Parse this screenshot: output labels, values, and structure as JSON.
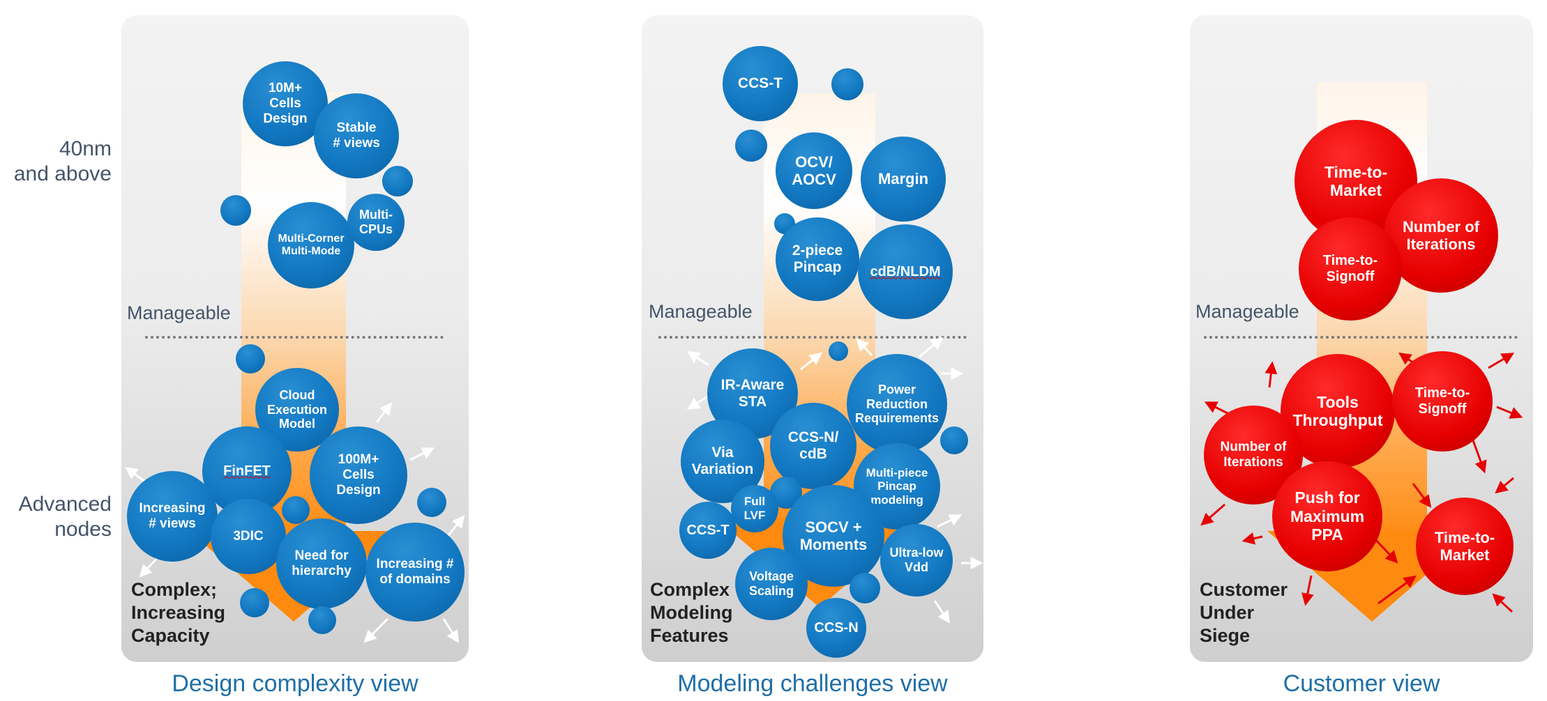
{
  "side_labels": {
    "top": "40nm\nand above",
    "bottom": "Advanced\nnodes"
  },
  "manageable": "Manageable",
  "panels": [
    {
      "caption": "Design complexity view",
      "corner": "Complex;\nIncreasing\nCapacity",
      "bubbles": [
        "10M+\nCells\nDesign",
        "Stable\n# views",
        "Multi-Corner\nMulti-Mode",
        "Multi-\nCPUs",
        "Cloud\nExecution\nModel",
        "FinFET",
        "100M+\nCells\nDesign",
        "Increasing\n# views",
        "3DIC",
        "Need for\nhierarchy",
        "Increasing #\nof domains"
      ]
    },
    {
      "caption": "Modeling challenges view",
      "corner": "Complex\nModeling\nFeatures",
      "bubbles": [
        "CCS-T",
        "OCV/\nAOCV",
        "Margin",
        "2-piece\nPincap",
        "cdB/NLDM",
        "IR-Aware\nSTA",
        "Power\nReduction\nRequirements",
        "Via\nVariation",
        "CCS-N/\ncdB",
        "Multi-piece\nPincap\nmodeling",
        "Full\nLVF",
        "CCS-T",
        "SOCV +\nMoments",
        "Voltage\nScaling",
        "Ultra-low\nVdd",
        "CCS-N"
      ]
    },
    {
      "caption": "Customer view",
      "corner": "Customer\nUnder\nSiege",
      "bubbles": [
        "Time-to-\nMarket",
        "Number of\nIterations",
        "Time-to-\nSignoff",
        "Tools\nThroughput",
        "Time-to-\nSignoff",
        "Number of\nIterations",
        "Push for\nMaximum\nPPA",
        "Time-to-\nMarket"
      ]
    }
  ],
  "colors": {
    "blue": "#1278c2",
    "red": "#e60000",
    "orange": "#ff8a10",
    "caption": "#1f6fa6"
  }
}
